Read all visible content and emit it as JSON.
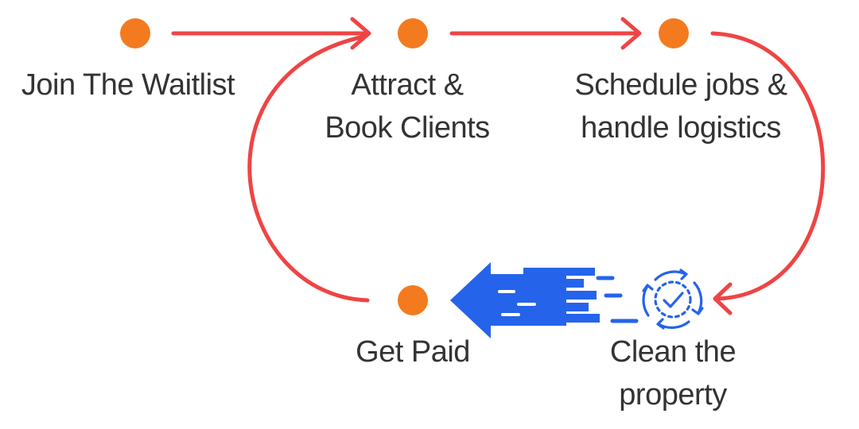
{
  "colors": {
    "dot": "#f47a1f",
    "connector": "#ef4444",
    "accent_blue": "#2563eb",
    "text": "#333333"
  },
  "steps": [
    {
      "lines": [
        "Join The Waitlist"
      ]
    },
    {
      "lines": [
        "Attract &",
        "Book Clients"
      ]
    },
    {
      "lines": [
        "Schedule jobs &",
        "handle logistics"
      ]
    },
    {
      "lines": [
        "Clean the",
        "property"
      ],
      "icon": "cycle-check-icon"
    },
    {
      "lines": [
        "Get Paid"
      ]
    }
  ],
  "icons": {
    "motion_arrow": "fast-left-arrow-icon"
  }
}
